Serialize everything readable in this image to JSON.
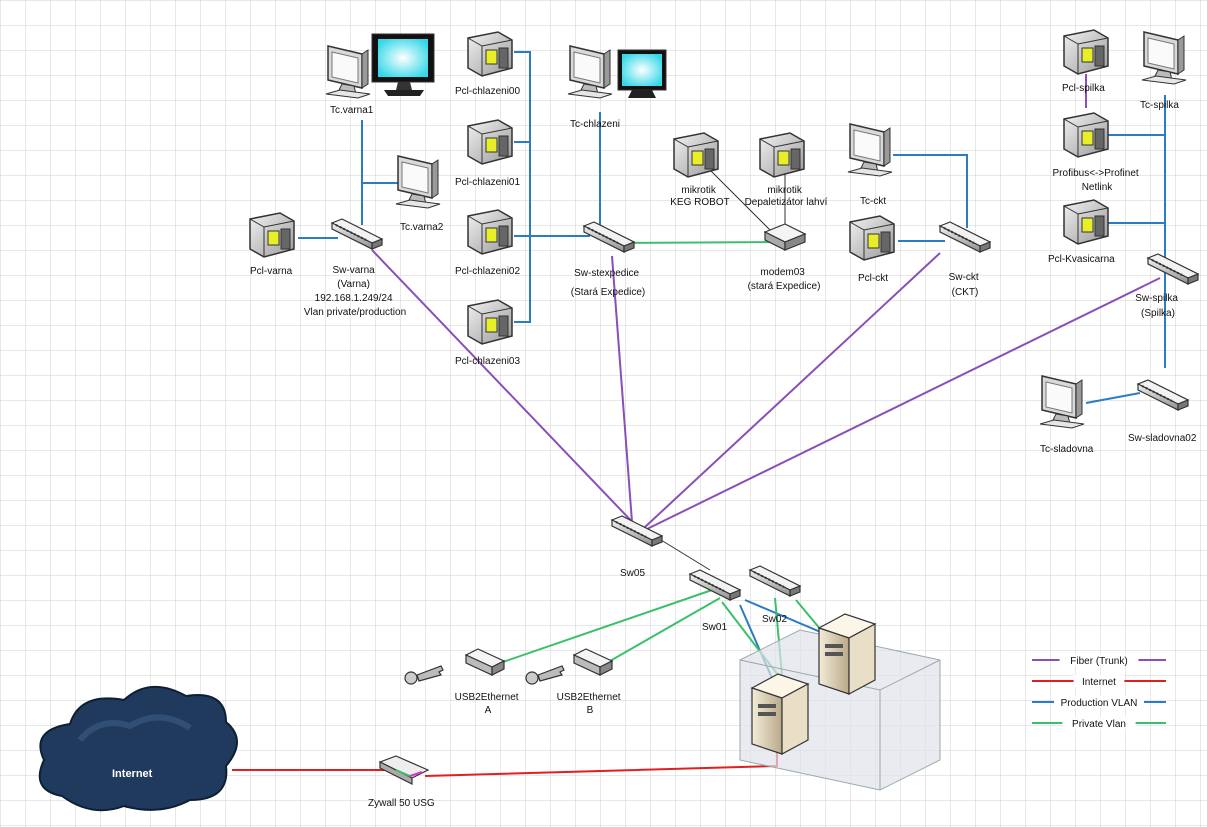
{
  "labels": {
    "tc_varna1": "Tc.varna1",
    "tc_varna2": "Tc.varna2",
    "pcl_varna": "Pcl-varna",
    "sw_varna": [
      "Sw-varna",
      "(Varna)",
      "192.168.1.249/24",
      "Vlan private/production"
    ],
    "pcl_chlazeni00": "Pcl-chlazeni00",
    "pcl_chlazeni01": "Pcl-chlazeni01",
    "pcl_chlazeni02": "Pcl-chlazeni02",
    "pcl_chlazeni03": "Pcl-chlazeni03",
    "tc_chlazeni": "Tc-chlazeni",
    "sw_stexpedice": [
      "Sw-stexpedice",
      "(Stará Expedice)"
    ],
    "mikrotik_keg": [
      "mikrotik",
      "KEG ROBOT"
    ],
    "mikrotik_depal": [
      "mikrotik",
      "Depaletizátor lahví"
    ],
    "modem03": [
      "modem03",
      "(stará Expedice)"
    ],
    "tc_ckt": "Tc-ckt",
    "pcl_ckt": "Pcl-ckt",
    "sw_ckt": [
      "Sw-ckt",
      "(CKT)"
    ],
    "pcl_spilka": "Pcl-spilka",
    "tc_spilka": "Tc-spilka",
    "profibus": [
      "Profibus<->Profinet",
      "Netlink"
    ],
    "pcl_kvasicarna": "Pcl-Kvasicarna",
    "sw_spilka": [
      "Sw-spilka",
      "(Spilka)"
    ],
    "tc_sladovna": "Tc-sladovna",
    "sw_sladovna02": "Sw-sladovna02",
    "sw05": "Sw05",
    "sw01": "Sw01",
    "sw02": "Sw02",
    "usb_a": [
      "USB2Ethernet",
      "A"
    ],
    "usb_b": [
      "USB2Ethernet",
      "B"
    ],
    "internet": "Internet",
    "zywall": "Zywall 50 USG"
  },
  "legend": [
    {
      "label": "Fiber (Trunk)",
      "color": "#8a4fb8"
    },
    {
      "label": "Internet",
      "color": "#e02020"
    },
    {
      "label": "Production VLAN",
      "color": "#2a7cc4"
    },
    {
      "label": "Private Vlan",
      "color": "#3cbf6a"
    }
  ],
  "colors": {
    "fiber": "#8a4fb8",
    "internet": "#e02020",
    "production": "#2a7cc4",
    "private": "#3cbf6a",
    "grid": "#d0d0d0"
  }
}
